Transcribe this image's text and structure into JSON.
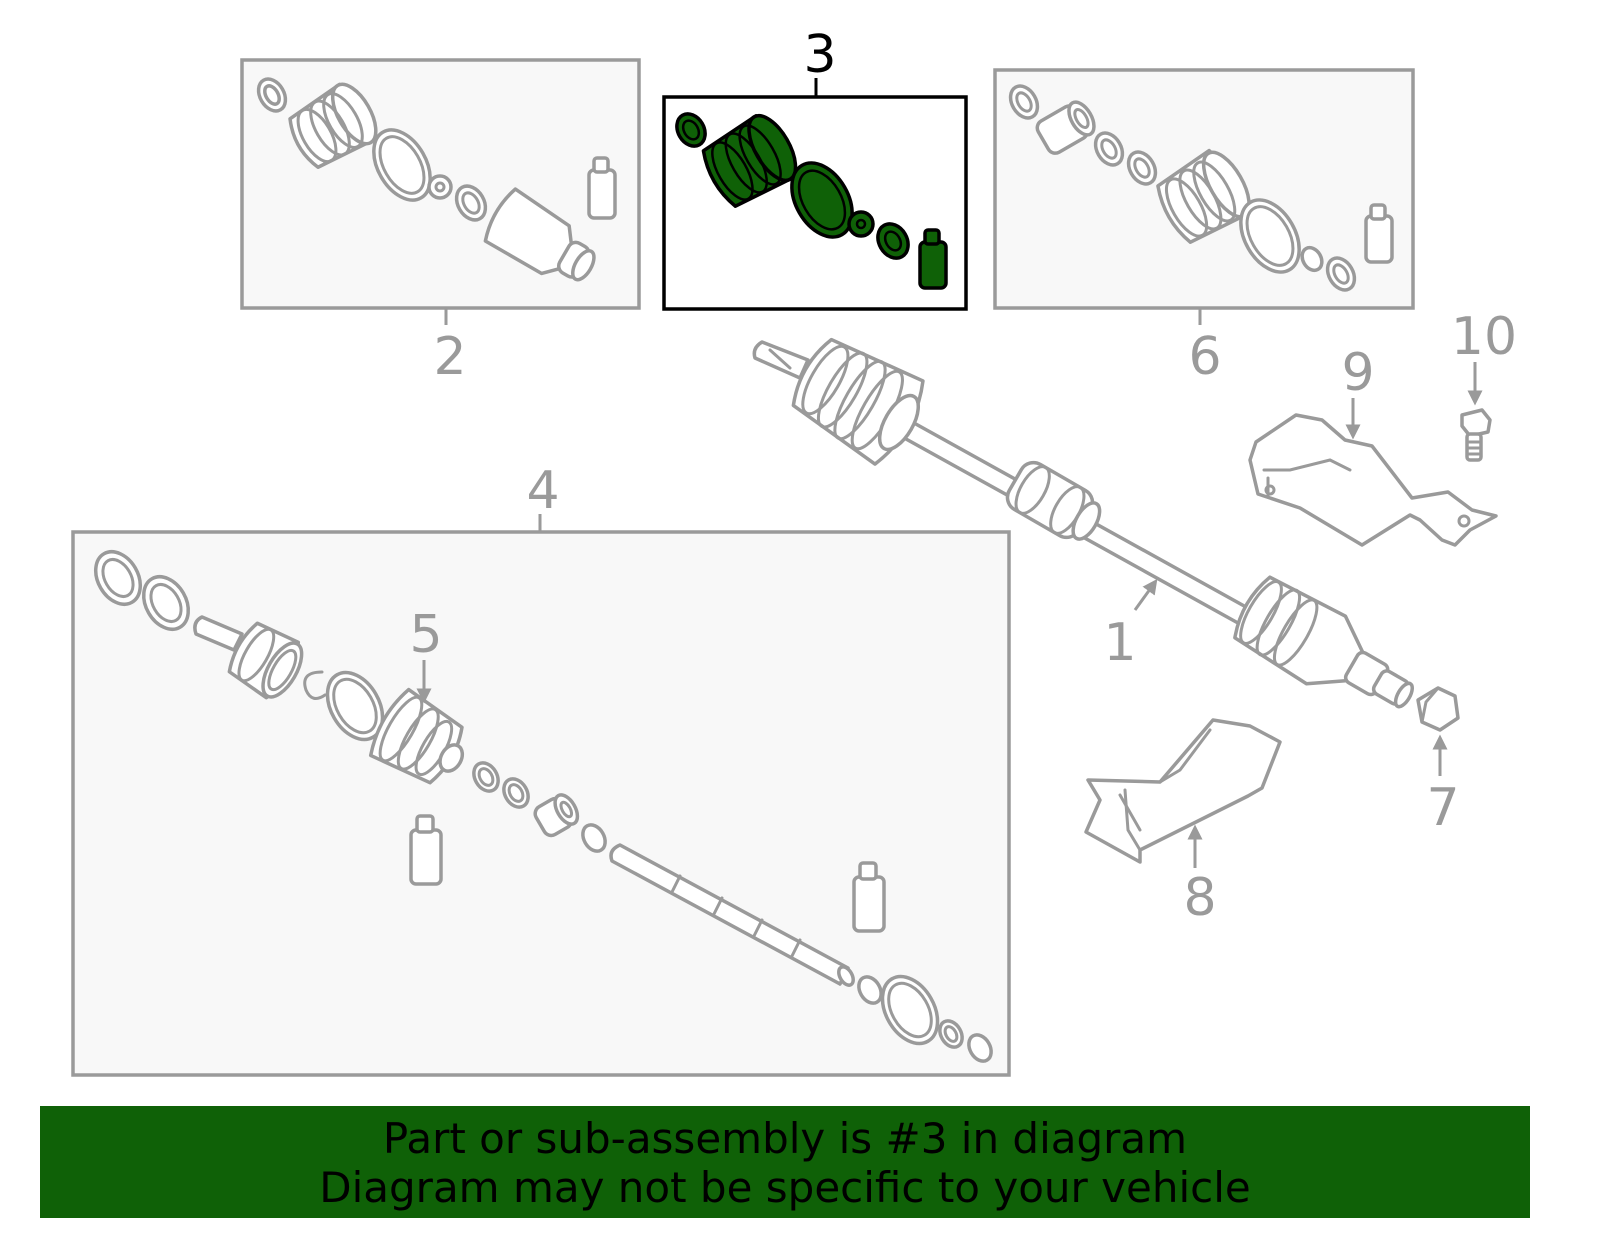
{
  "callouts": {
    "c1": "1",
    "c2": "2",
    "c3": "3",
    "c4": "4",
    "c5": "5",
    "c6": "6",
    "c7": "7",
    "c8": "8",
    "c9": "9",
    "c10": "10"
  },
  "banner": {
    "line1": "Part or sub-assembly is #3 in diagram",
    "line2": "Diagram may not be specific to your vehicle"
  },
  "colors": {
    "highlight": "#0f6107",
    "outline": "#9a9a9a",
    "box_fill": "#f8f8f8"
  }
}
